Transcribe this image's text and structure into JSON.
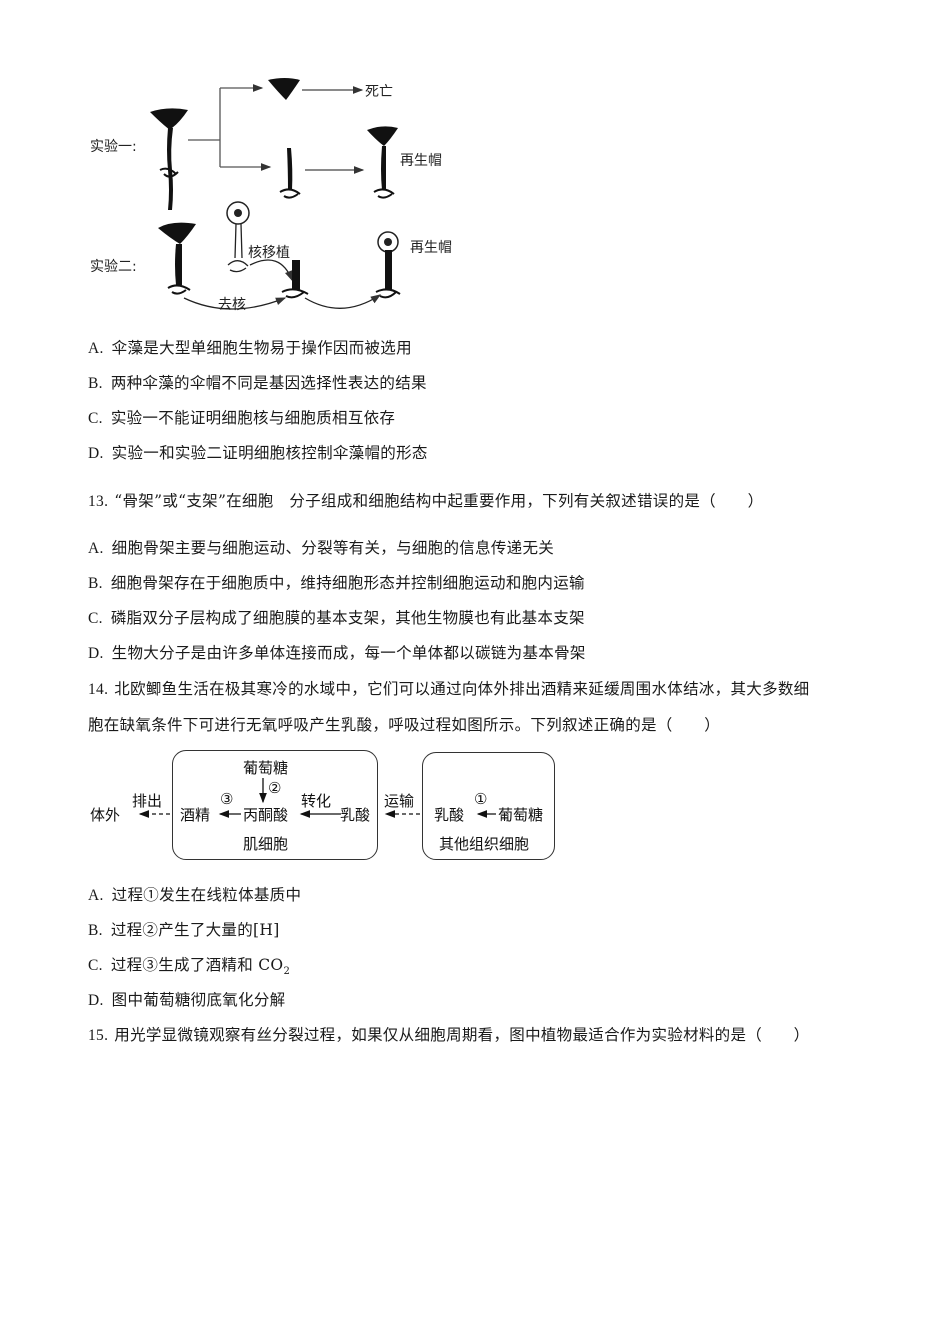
{
  "figure1": {
    "exp1_label": "实验一:",
    "exp1_outcome_top": "死亡",
    "exp1_outcome_bottom": "再生帽",
    "exp2_label": "实验二:",
    "exp2_transplant": "核移植",
    "exp2_remove": "去核",
    "exp2_outcome": "再生帽"
  },
  "q12": {
    "options": [
      {
        "letter": "A.",
        "text": "伞藻是大型单细胞生物易于操作因而被选用"
      },
      {
        "letter": "B.",
        "text": "两种伞藻的伞帽不同是基因选择性表达的结果"
      },
      {
        "letter": "C.",
        "text": "实验一不能证明细胞核与细胞质相互依存"
      },
      {
        "letter": "D.",
        "text": "实验一和实验二证明细胞核控制伞藻帽的形态"
      }
    ]
  },
  "q13": {
    "number": "13.",
    "stem": "“骨架”或“支架”在细胞　分子组成和细胞结构中起重要作用，下列有关叙述错误的是（　　）",
    "options": [
      {
        "letter": "A.",
        "text": "细胞骨架主要与细胞运动、分裂等有关，与细胞的信息传递无关"
      },
      {
        "letter": "B.",
        "text": "细胞骨架存在于细胞质中，维持细胞形态并控制细胞运动和胞内运输"
      },
      {
        "letter": "C.",
        "text": "磷脂双分子层构成了细胞膜的基本支架，其他生物膜也有此基本支架"
      },
      {
        "letter": "D.",
        "text": "生物大分子是由许多单体连接而成，每一个单体都以碳链为基本骨架"
      }
    ]
  },
  "q14": {
    "number": "14.",
    "stem_line1": "北欧鲫鱼生活在极其寒冷的水域中，它们可以通过向体外排出酒精来延缓周围水体结冰，其大多数细",
    "stem_line2": "胞在缺氧条件下可进行无氧呼吸产生乳酸，呼吸过程如图所示。下列叙述正确的是（　　）",
    "diagram": {
      "outside": "体外",
      "excrete": "排出",
      "alcohol": "酒精",
      "step3": "③",
      "pyruvate": "丙酮酸",
      "glucose_muscle": "葡萄糖",
      "step2": "②",
      "convert": "转化",
      "lactate_muscle": "乳酸",
      "muscle_cell": "肌细胞",
      "transport": "运输",
      "lactate_other": "乳酸",
      "step1": "①",
      "glucose_other": "葡萄糖",
      "other_cells": "其他组织细胞"
    },
    "options": [
      {
        "letter": "A.",
        "text": "过程①发生在线粒体基质中"
      },
      {
        "letter": "B.",
        "text": "过程②产生了大量的[H]"
      },
      {
        "letter": "C.",
        "text": "过程③生成了酒精和 CO",
        "sub": "2"
      },
      {
        "letter": "D.",
        "text": "图中葡萄糖彻底氧化分解"
      }
    ]
  },
  "q15": {
    "number": "15.",
    "stem": "用光学显微镜观察有丝分裂过程，如果仅从细胞周期看，图中植物最适合作为实验材料的是（　　）"
  }
}
